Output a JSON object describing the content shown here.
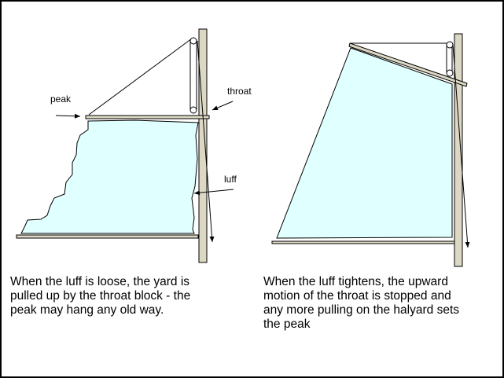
{
  "labels": {
    "peak": "peak",
    "throat": "throat",
    "luff": "luff"
  },
  "captions": {
    "left": "When the luff is loose, the yard is\npulled up by the throat block - the\npeak may hang any old way.",
    "right": "When the luff tightens, the upward\nmotion of the throat is stopped and\nany more pulling on the halyard sets\nthe peak"
  },
  "colors": {
    "sail": "#e0ffff",
    "spar": "#dcd8c4",
    "line": "#000000"
  }
}
